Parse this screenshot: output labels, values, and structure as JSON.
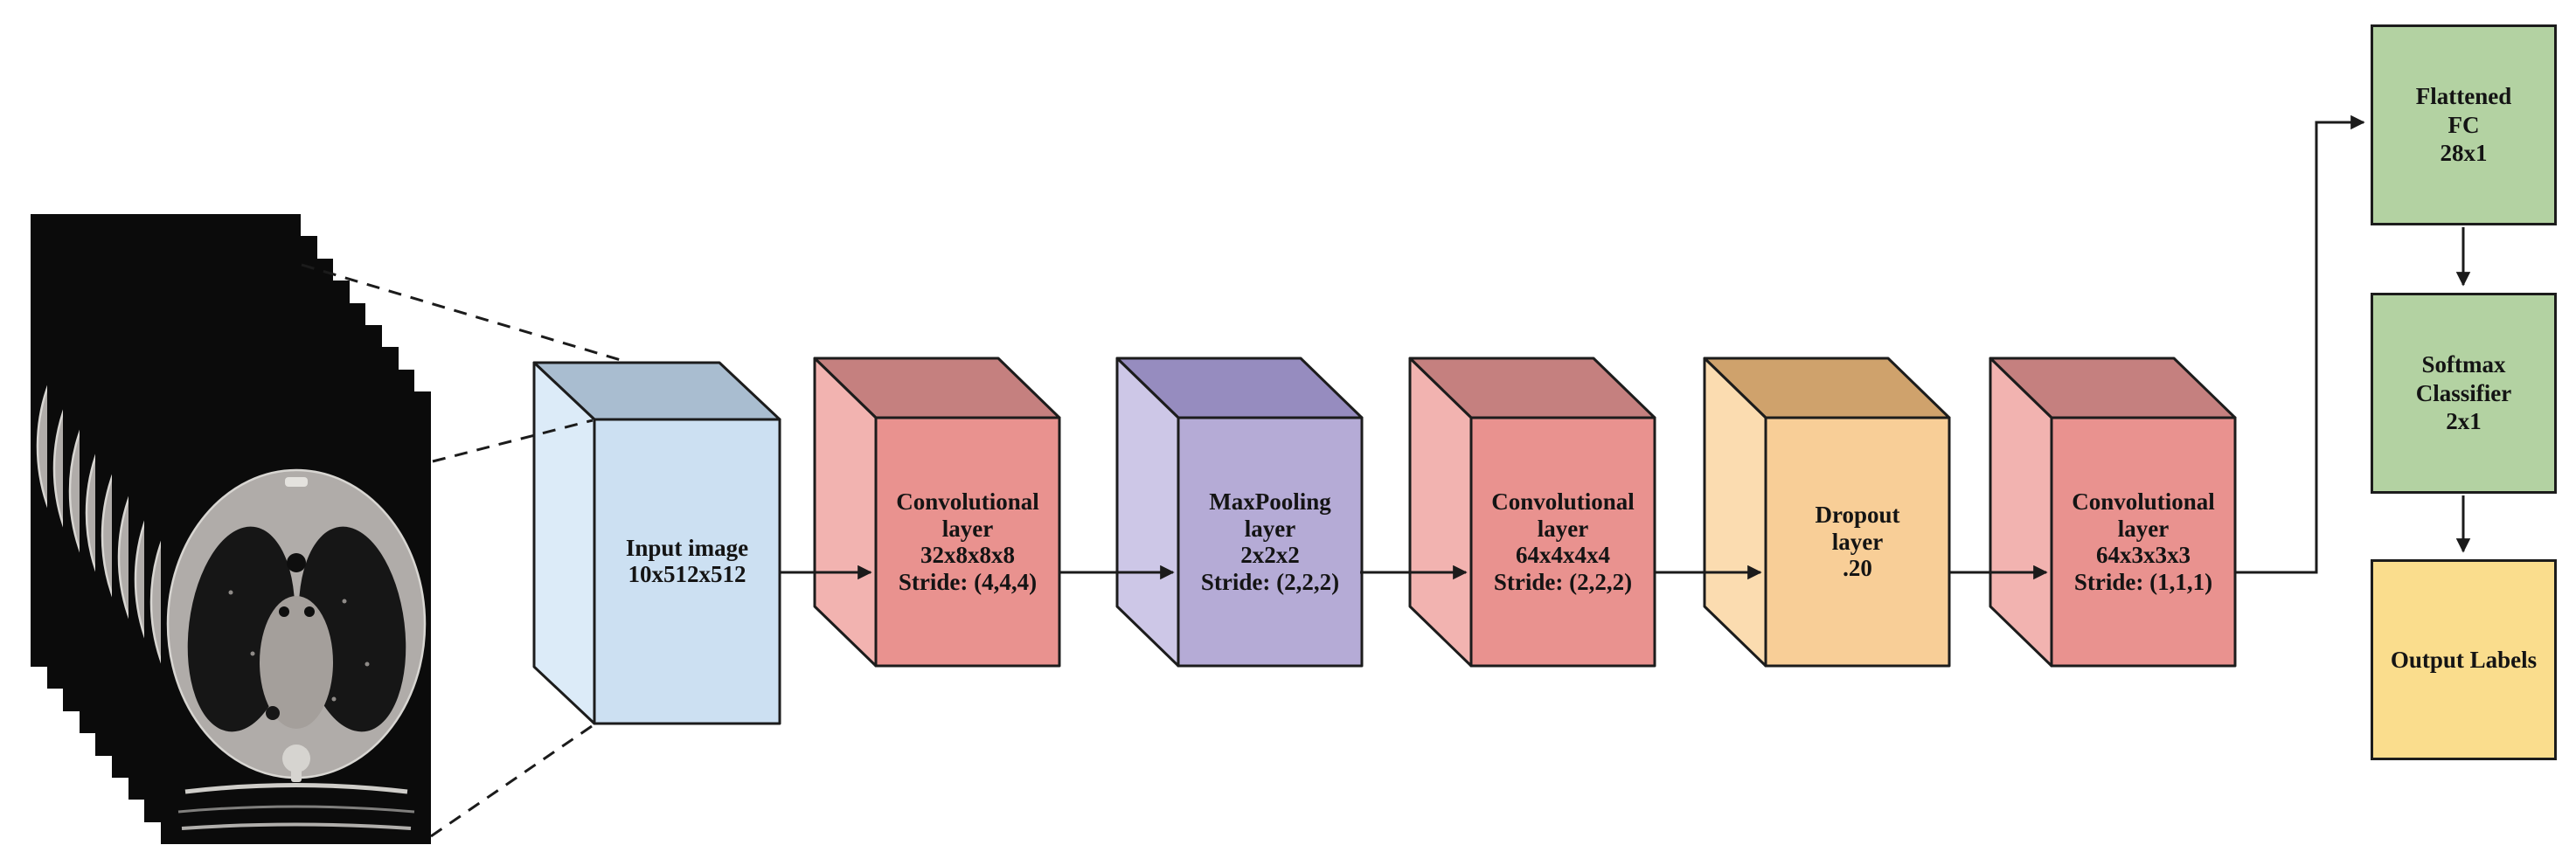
{
  "palette": {
    "line": "#1b1b1b",
    "input": {
      "front": "#cce0f2",
      "side": "#dcebf8",
      "top": "#a9bdd0"
    },
    "conv": {
      "front": "#e9928f",
      "side": "#f2b3b0",
      "top": "#c5807f"
    },
    "pool": {
      "front": "#b5abd6",
      "side": "#cdc7e7",
      "top": "#968cbf"
    },
    "dropout": {
      "front": "#f8ce97",
      "side": "#fbdcb0",
      "top": "#cfa26c"
    },
    "green": "#b3d2a2",
    "yellow": "#fadd8d",
    "ct": {
      "bg": "#0b0b0b",
      "body": "#b0aca9",
      "outline": "#d8d6d2",
      "lung": "#161616",
      "heart": "#a49f9b",
      "spine": "#d6d4d0",
      "sternum": "#e4e2de",
      "trachea": "#0e0e0e",
      "vessel": "#8f8b88",
      "table": "#cfcdc9"
    }
  },
  "diagram": {
    "layers": [
      {
        "lines": [
          "Input image",
          "10x512x512"
        ]
      },
      {
        "lines": [
          "Convolutional",
          "layer",
          "32x8x8x8",
          "Stride: (4,4,4)"
        ]
      },
      {
        "lines": [
          "MaxPooling",
          "layer",
          "2x2x2",
          "Stride: (2,2,2)"
        ]
      },
      {
        "lines": [
          "Convolutional",
          "layer",
          "64x4x4x4",
          "Stride: (2,2,2)"
        ]
      },
      {
        "lines": [
          "Dropout",
          "layer",
          ".20"
        ]
      },
      {
        "lines": [
          "Convolutional",
          "layer",
          "64x3x3x3",
          "Stride: (1,1,1)"
        ]
      }
    ],
    "head": [
      {
        "lines": [
          "Flattened",
          "FC",
          "28x1"
        ]
      },
      {
        "lines": [
          "Softmax",
          "Classifier",
          "2x1"
        ]
      },
      {
        "lines": [
          "Output Labels"
        ]
      }
    ]
  }
}
